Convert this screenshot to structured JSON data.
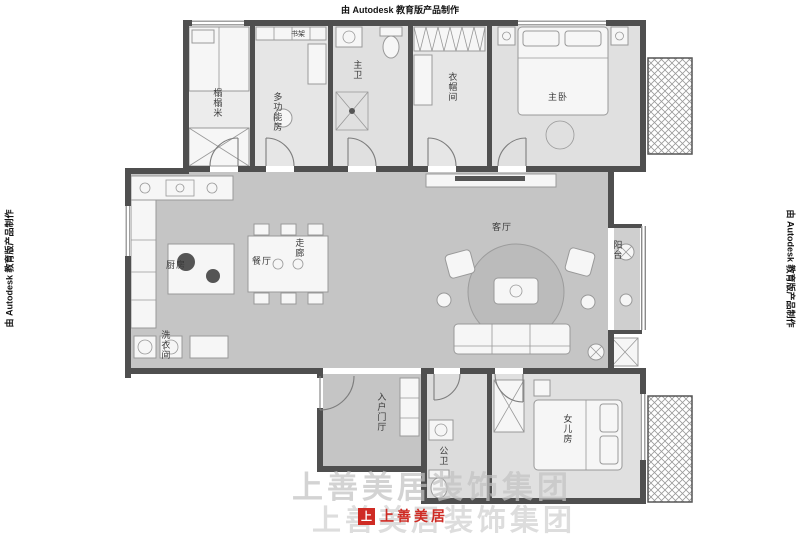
{
  "banner": {
    "text": "由 Autodesk 教育版产品制作"
  },
  "rooms": [
    {
      "label": "榻榻米"
    },
    {
      "label": "多功能房"
    },
    {
      "label": "书架"
    },
    {
      "label": "主卫"
    },
    {
      "label": "衣帽间"
    },
    {
      "label": "主卧"
    },
    {
      "label": "厨房"
    },
    {
      "label": "餐厅"
    },
    {
      "label": "走廊"
    },
    {
      "label": "客厅"
    },
    {
      "label": "阳台"
    },
    {
      "label": "洗衣间"
    },
    {
      "label": "入户门厅"
    },
    {
      "label": "公卫"
    },
    {
      "label": "女儿房"
    }
  ],
  "watermark": {
    "ghost_line1": "上善美居装饰集团",
    "ghost_line2": "上善美居装饰集团",
    "brand": "上善美居",
    "logo_glyph": "上"
  },
  "colors": {
    "wall": "#4f4f4f",
    "floor": "#c6c6c6",
    "brand_red": "#cf2b24"
  }
}
